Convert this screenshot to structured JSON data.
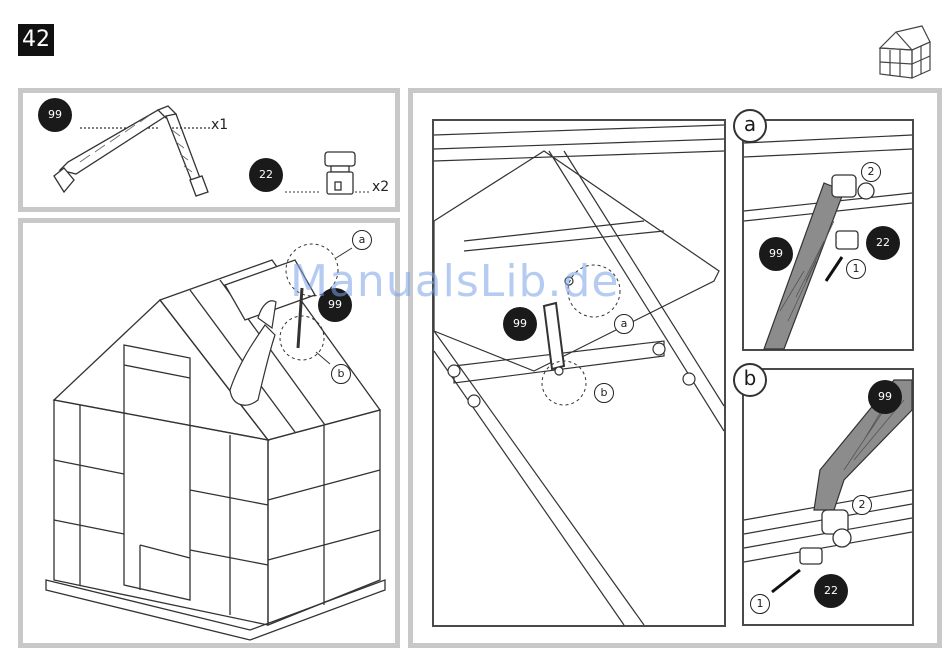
{
  "step": "42",
  "parts": {
    "arm": {
      "id": "99",
      "qty": "x1"
    },
    "knob": {
      "id": "22",
      "qty": "x2"
    }
  },
  "overview": {
    "label_a": "a",
    "label_b": "b",
    "part": "99"
  },
  "detail": {
    "label_a": "a",
    "label_b": "b",
    "part": "99"
  },
  "detail_a": {
    "letter": "a",
    "arm": "99",
    "knob": "22",
    "step1": "1",
    "step2": "2"
  },
  "detail_b": {
    "letter": "b",
    "arm": "99",
    "knob": "22",
    "step1": "1",
    "step2": "2"
  },
  "watermark": "ManualsLib.de",
  "colors": {
    "badge": "#1a1a1a",
    "panel_border": "#c8c8c8",
    "watermark": "#78a0e6"
  }
}
